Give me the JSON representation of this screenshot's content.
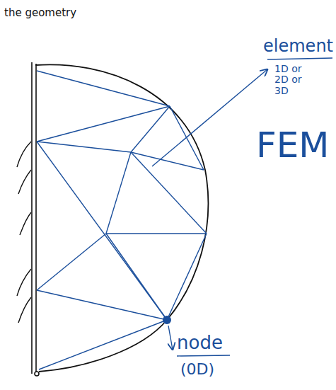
{
  "diagram": {
    "labels": [
      "the geometry",
      "element",
      "1D or 2D or 3D",
      "FEM",
      "node",
      "(0D)"
    ]
  }
}
